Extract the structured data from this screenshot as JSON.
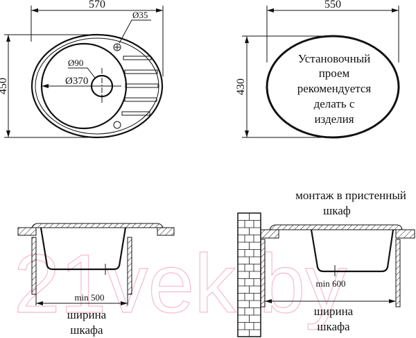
{
  "top_view": {
    "width_dim": "570",
    "height_dim": "450",
    "tap_hole_dim": "Ø35",
    "drain_dim": "Ø90",
    "bowl_dim": "Ø370"
  },
  "cutout_view": {
    "width_dim": "550",
    "height_dim": "430",
    "note_lines": [
      "Установочный",
      "проем",
      "рекомендуется",
      "делать с",
      "изделия"
    ]
  },
  "section_standard": {
    "min_width": "min 500",
    "caption_lines": [
      "ширина",
      "шкафа"
    ]
  },
  "section_wall": {
    "title_lines": [
      "монтаж в пристенный",
      "шкаф"
    ],
    "min_width": "min 600",
    "caption_lines": [
      "ширина",
      "шкафа"
    ]
  },
  "watermark": "21vek.by"
}
